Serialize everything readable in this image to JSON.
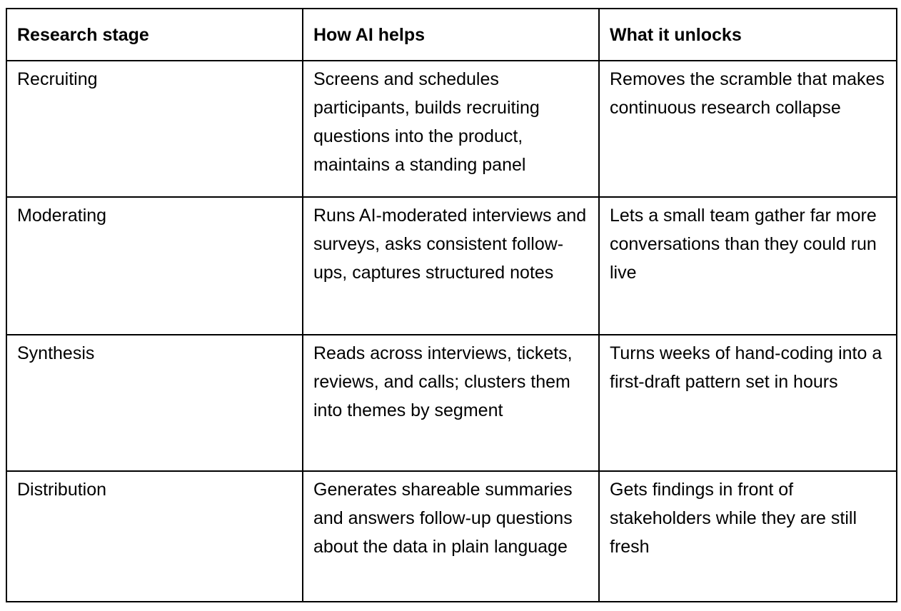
{
  "table": {
    "headers": [
      "Research stage",
      "How AI helps",
      "What it unlocks"
    ],
    "rows": [
      [
        "Recruiting",
        "Screens and schedules participants, builds recruiting questions into the product, maintains a standing panel",
        "Removes the scramble that makes continuous research collapse"
      ],
      [
        "Moderating",
        "Runs AI-moderated interviews and surveys, asks consistent follow-ups, captures structured notes",
        "Lets a small team gather far more conversations than they could run live"
      ],
      [
        "Synthesis",
        "Reads across interviews, tickets, reviews, and calls; clusters them into themes by segment",
        "Turns weeks of hand-coding into a first-draft pattern set in hours"
      ],
      [
        "Distribution",
        "Generates shareable summaries and answers follow-up questions about the data in plain language",
        "Gets findings in front of stakeholders while they are still fresh"
      ]
    ]
  }
}
